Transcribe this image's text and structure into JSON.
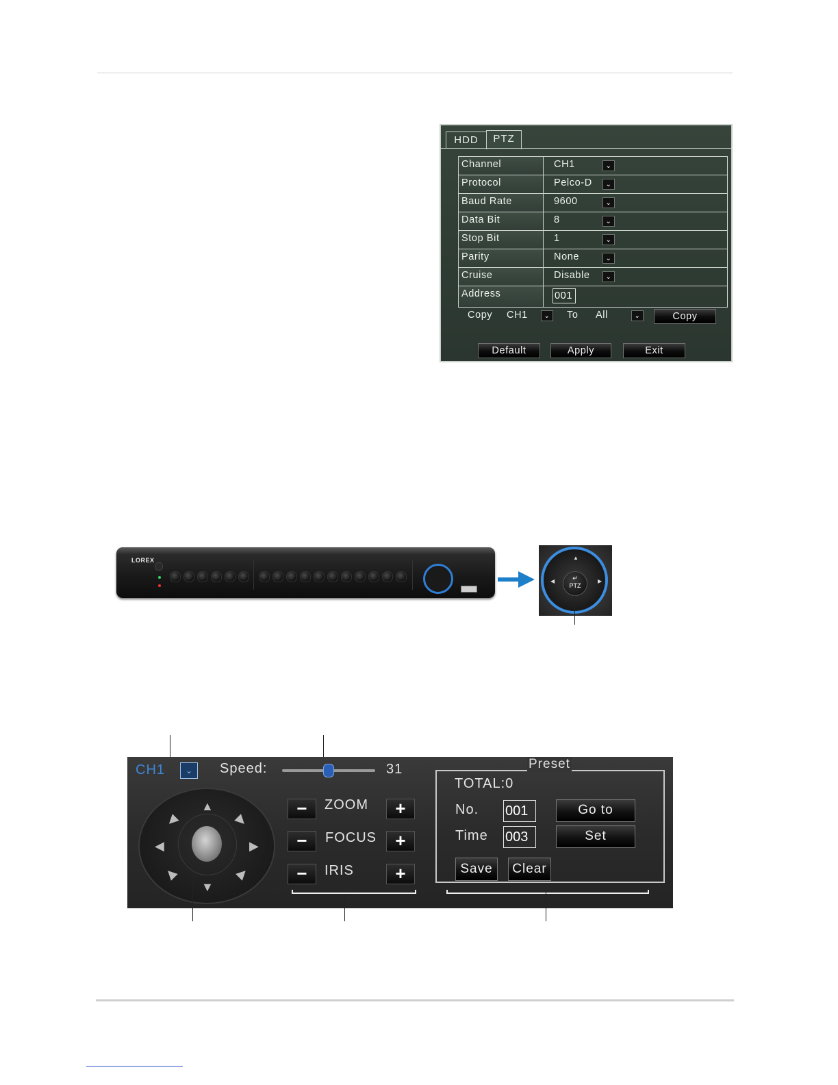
{
  "ptz_settings": {
    "tabs": [
      "HDD",
      "PTZ"
    ],
    "rows": [
      {
        "label": "Channel",
        "value": "CH1",
        "control": "dropdown"
      },
      {
        "label": "Protocol",
        "value": "Pelco-D",
        "control": "dropdown"
      },
      {
        "label": "Baud Rate",
        "value": "9600",
        "control": "dropdown"
      },
      {
        "label": "Data Bit",
        "value": "8",
        "control": "dropdown"
      },
      {
        "label": "Stop Bit",
        "value": "1",
        "control": "dropdown"
      },
      {
        "label": "Parity",
        "value": "None",
        "control": "dropdown"
      },
      {
        "label": "Cruise",
        "value": "Disable",
        "control": "dropdown"
      },
      {
        "label": "Address",
        "value": "001",
        "control": "textbox"
      }
    ],
    "copy_label": "Copy",
    "copy_from": "CH1",
    "to_label": "To",
    "copy_to": "All",
    "copy_button": "Copy",
    "default_button": "Default",
    "apply_button": "Apply",
    "exit_button": "Exit"
  },
  "dvr_panel": {
    "brand": "LOREX",
    "ptz_button_label": "PTZ",
    "accent_color": "#1d7fc9"
  },
  "ptz_control": {
    "channel": "CH1",
    "speed_label": "Speed:",
    "speed_value": "31",
    "speed_fraction": 0.5,
    "zoom_label": "ZOOM",
    "focus_label": "FOCUS",
    "iris_label": "IRIS",
    "minus_symbol": "−",
    "plus_symbol": "+",
    "preset_title": "Preset",
    "total_text": "TOTAL:0",
    "no_label": "No.",
    "no_value": "001",
    "time_label": "Time",
    "time_value": "003",
    "goto_button": "Go to",
    "set_button": "Set",
    "save_button": "Save",
    "clear_button": "Clear"
  }
}
